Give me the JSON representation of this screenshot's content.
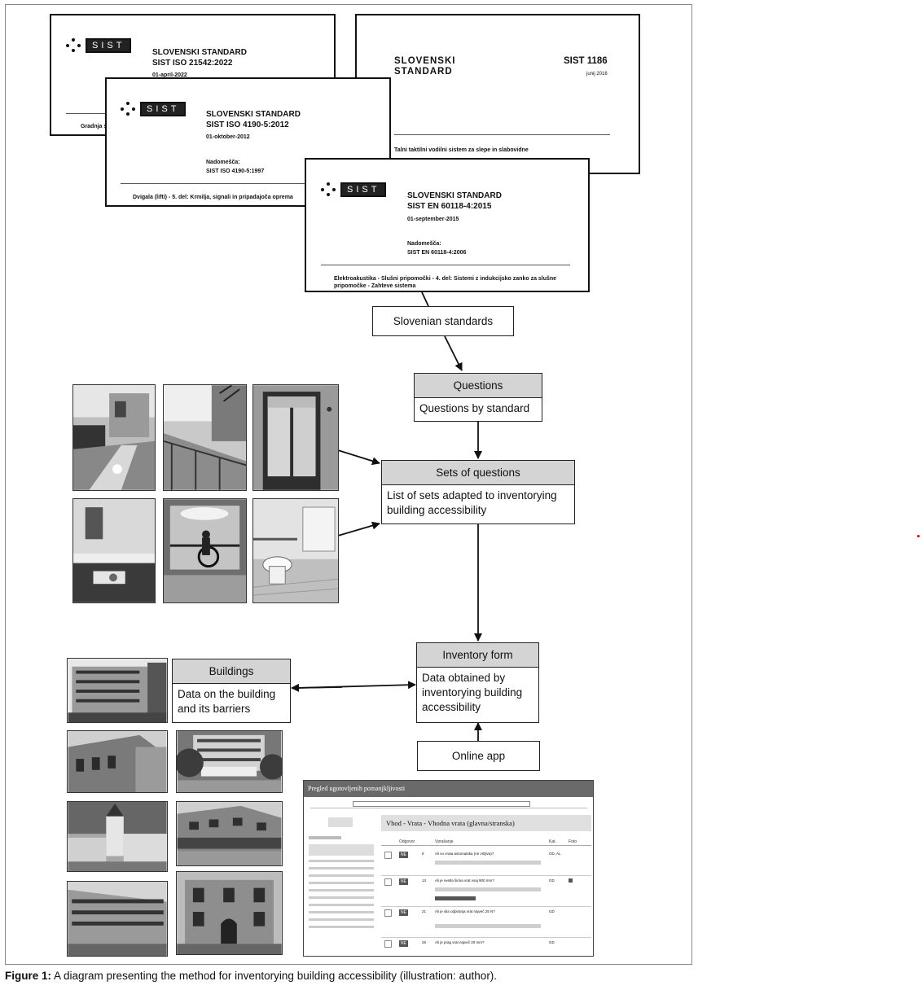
{
  "documents": [
    {
      "id": "d1",
      "logo": "SIST",
      "line1": "SLOVENSKI STANDARD",
      "line2": "SIST ISO 21542:2022",
      "date": "01-april-2022",
      "footer": "Gradnja s"
    },
    {
      "id": "d2",
      "line1": "SLOVENSKI",
      "line2": "STANDARD",
      "code": "SIST 1186",
      "date": "junij 2016",
      "footer": "Talni taktilni vodilni sistem za slepe in slabovidne"
    },
    {
      "id": "d3",
      "logo": "SIST",
      "line1": "SLOVENSKI STANDARD",
      "line2": "SIST ISO 4190-5:2012",
      "date": "01-oktober-2012",
      "replaces_label": "Nadomešča:",
      "replaces": "SIST ISO 4190-5:1997",
      "footer": "Dvigala (lifti) - 5. del: Krmilja, signali in pripadajoča oprema"
    },
    {
      "id": "d4",
      "logo": "SIST",
      "line1": "SLOVENSKI STANDARD",
      "line2": "SIST EN 60118-4:2015",
      "date": "01-september-2015",
      "replaces_label": "Nadomešča:",
      "replaces": "SIST EN 60118-4:2006",
      "footer1": "Elektroakustika - Slušni pripomočki - 4. del: Sistemi z indukcijsko zanko za slušne",
      "footer2": "pripomočke - Zahteve sistema"
    }
  ],
  "flow": {
    "slovenian_standards": "Slovenian standards",
    "questions": {
      "header": "Questions",
      "body": "Questions by standard"
    },
    "sets": {
      "header": "Sets of questions",
      "body": "List of sets adapted to inventorying building accessibility"
    },
    "inventory": {
      "header": "Inventory form",
      "body": "Data obtained by inventorying building accessibility"
    },
    "buildings": {
      "header": "Buildings",
      "body": "Data on the building and its barriers"
    },
    "online_app": "Online app"
  },
  "app": {
    "title": "Pregled ugotovljenih pomanjkljivosti",
    "heading": "Vhod - Vrata - Vhodna vrata (glavna/stranska)",
    "columns": [
      "Odgovor",
      "Vprašanje",
      "Kat.",
      "Foto"
    ],
    "rows": [
      {
        "answer": "NE",
        "num": "8",
        "question": "Ali so vrata avtomatska (ne vrtljiva)?",
        "kat": "OD, AL"
      },
      {
        "answer": "NE",
        "num": "13",
        "question": "Ali je svetla širina vrat vsaj 900 mm?",
        "kat": "GD"
      },
      {
        "answer": "NE",
        "num": "21",
        "question": "Ali je sila odpiranja vrat največ 25 N?",
        "kat": "GD"
      },
      {
        "answer": "NE",
        "num": "26",
        "question": "Ali je prag vrat največ 20 mm?",
        "kat": "GD"
      }
    ]
  },
  "caption": {
    "label": "Figure 1:",
    "text": " A diagram presenting the method for inventorying building accessibility (illustration: author)."
  }
}
